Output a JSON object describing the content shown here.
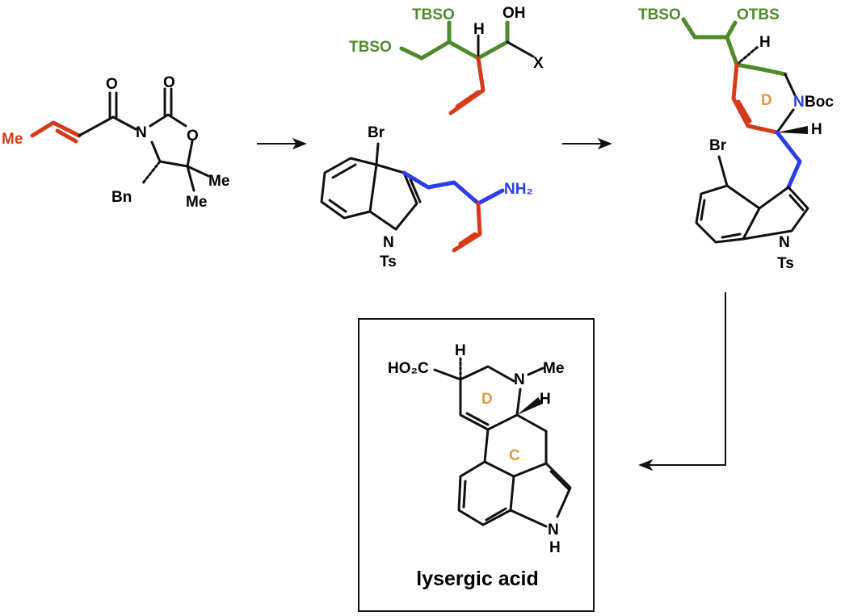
{
  "colors": {
    "red": "#d63a1a",
    "green": "#4e8a2a",
    "blue": "#2b3de8",
    "orange": "#e09a3c",
    "black": "#111111"
  },
  "compound1": {
    "me": "Me",
    "o_acyl": "O",
    "o_carbonyl": "O",
    "n": "N",
    "o_ring": "O",
    "bn": "Bn",
    "me_a": "Me",
    "me_b": "Me"
  },
  "compound2_top": {
    "tbso_a": "TBSO",
    "tbso_b": "TBSO",
    "h": "H",
    "oh": "OH",
    "x": "X"
  },
  "compound2_bottom": {
    "br": "Br",
    "nh2": "NH₂",
    "n": "N",
    "ts": "Ts"
  },
  "compound3": {
    "tbso": "TBSO",
    "otbs": "OTBS",
    "h_top": "H",
    "ring_d": "D",
    "n": "N",
    "boc": "Boc",
    "h_mid": "H",
    "br": "Br",
    "n_indole": "N",
    "ts": "Ts"
  },
  "product": {
    "ho2c": "HO₂C",
    "h_top": "H",
    "n": "N",
    "me": "Me",
    "ring_d": "D",
    "h_mid": "H",
    "ring_c": "C",
    "nh_n": "N",
    "nh_h": "H",
    "name": "lysergic acid"
  }
}
